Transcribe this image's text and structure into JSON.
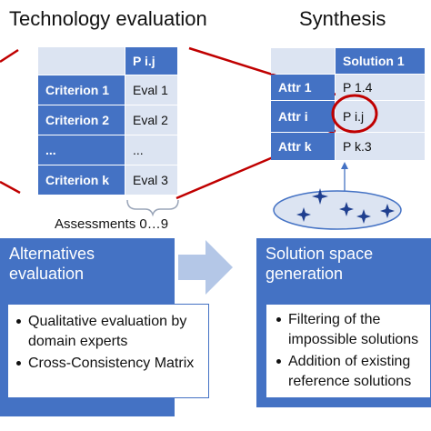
{
  "technology_evaluation": {
    "title": "Technology evaluation",
    "header": "P i.j",
    "rows": [
      {
        "criterion": "Criterion 1",
        "eval": "Eval 1"
      },
      {
        "criterion": "Criterion 2",
        "eval": "Eval 2"
      },
      {
        "criterion": "...",
        "eval": "..."
      },
      {
        "criterion": "Criterion k",
        "eval": "Eval 3"
      }
    ],
    "assessments_label": "Assessments 0…9"
  },
  "synthesis": {
    "title": "Synthesis",
    "header": "Solution 1",
    "rows": [
      {
        "attr": "Attr 1",
        "value": "P 1.4"
      },
      {
        "attr": "Attr i",
        "value": "P i.j"
      },
      {
        "attr": "Attr k",
        "value": "P k.3"
      }
    ]
  },
  "alternatives": {
    "title": "Alternatives evaluation",
    "bullets": [
      "Qualitative evaluation by domain experts",
      "Cross-Consistency Matrix"
    ]
  },
  "solution_space": {
    "title": "Solution space generation",
    "bullets": [
      "Filtering of the impossible solutions",
      "Addition of existing reference solutions"
    ]
  },
  "colors": {
    "accent_blue": "#4472c4",
    "light_blue": "#dce4f2",
    "highlight_red": "#c00000",
    "arrow_fill": "#b4c7e7"
  },
  "icons": [
    "star-icon",
    "arrow-right-icon",
    "arrow-up-icon"
  ]
}
